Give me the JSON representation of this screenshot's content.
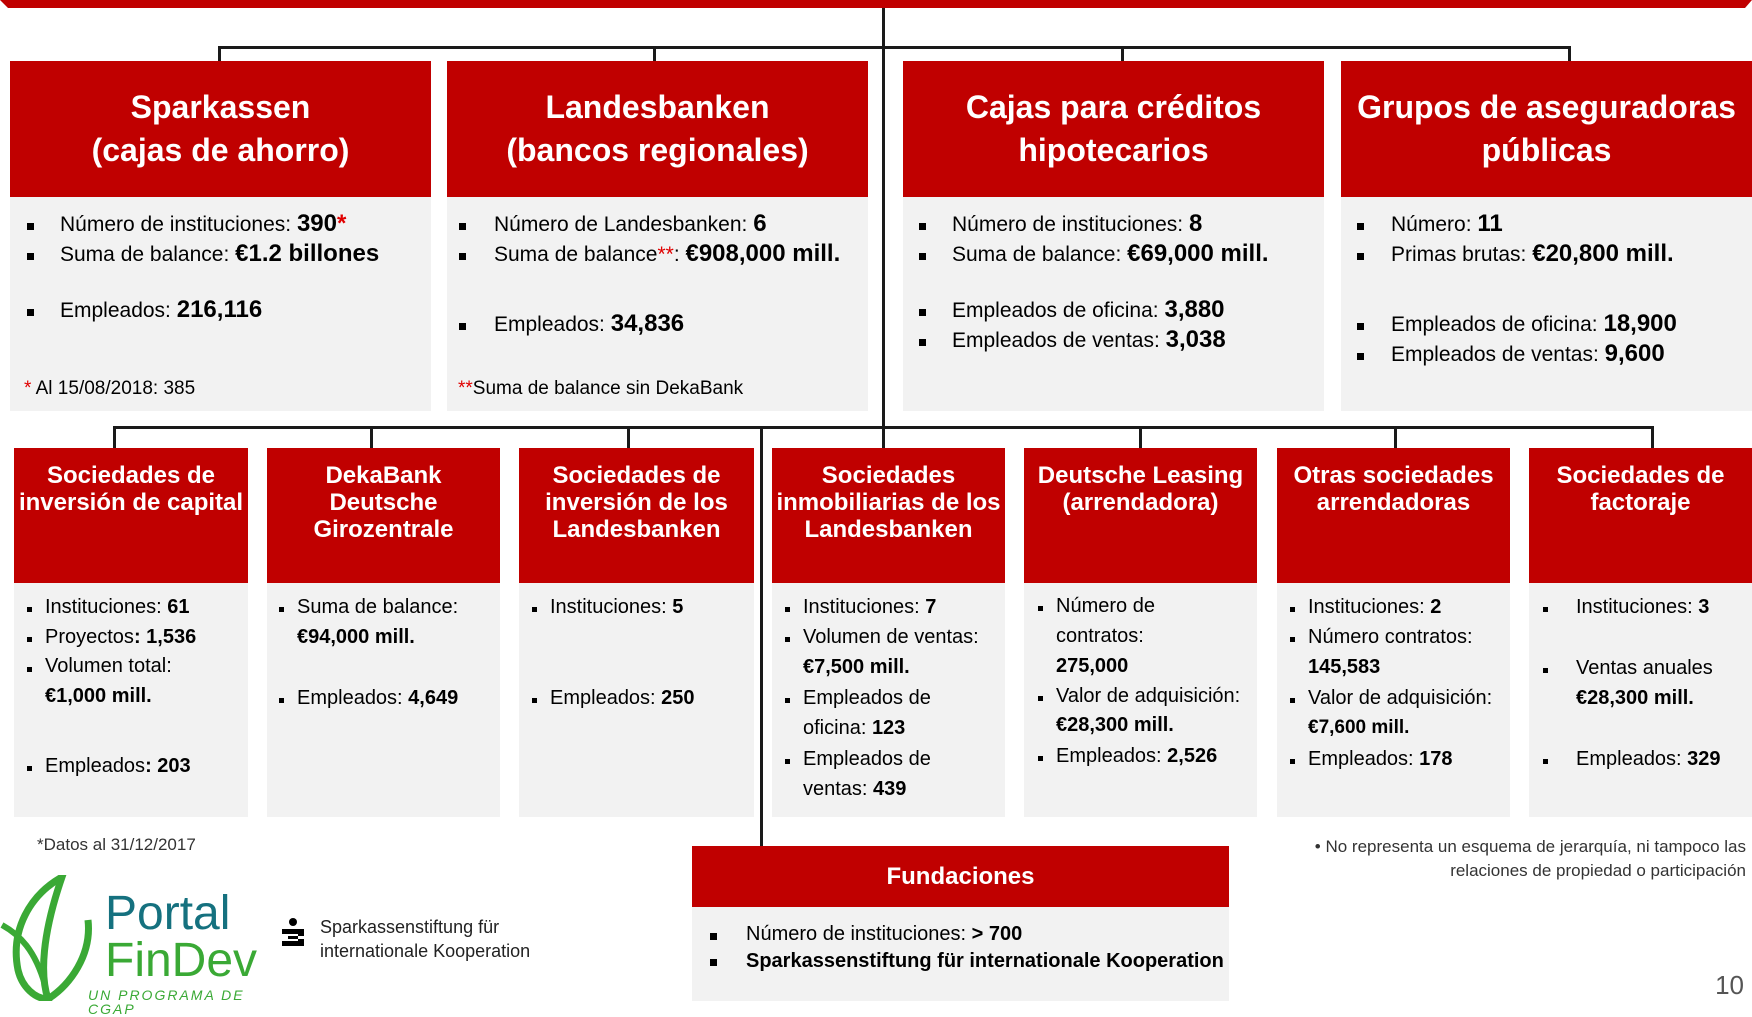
{
  "top_cards": [
    {
      "title_l1": "Sparkassen",
      "title_l2": "(cajas de ahorro)",
      "items": [
        {
          "label": "Número de instituciones: ",
          "value": "390",
          "mark": "*"
        },
        {
          "label": "Suma de balance: ",
          "value": "€1.2 billones"
        },
        {
          "label": "Empleados: ",
          "value": "216,116"
        }
      ],
      "note_mark": "*",
      "note_text": " Al 15/08/2018: 385"
    },
    {
      "title_l1": "Landesbanken",
      "title_l2": "(bancos regionales)",
      "items": [
        {
          "label": "Número de Landesbanken: ",
          "value": "6"
        },
        {
          "label": "Suma de balance",
          "mark": "**",
          "label2": ": ",
          "value": "€908,000 mill."
        },
        {
          "label": "Empleados: ",
          "value": "34,836"
        }
      ],
      "note_mark": "**",
      "note_text": "Suma de balance sin DekaBank"
    },
    {
      "title_l1": "Cajas para créditos",
      "title_l2": "hipotecarios",
      "items": [
        {
          "label": "Número de instituciones: ",
          "value": "8"
        },
        {
          "label": "Suma de balance: ",
          "value": "€69,000 mill."
        },
        {
          "label": "Empleados de oficina: ",
          "value": "3,880"
        },
        {
          "label": "Empleados de ventas: ",
          "value": "3,038"
        }
      ]
    },
    {
      "title_l1": "Grupos de aseguradoras",
      "title_l2": "públicas",
      "items": [
        {
          "label": "Número: ",
          "value": "11"
        },
        {
          "label": "Primas brutas: ",
          "value": "€20,800 mill."
        },
        {
          "label": "Empleados de oficina: ",
          "value": "18,900"
        },
        {
          "label": "Empleados de ventas: ",
          "value": "9,600"
        }
      ]
    }
  ],
  "bottom_cards": [
    {
      "title": [
        "Sociedades de",
        "inversión de capital"
      ],
      "lines": [
        [
          "Instituciones: ",
          "61"
        ],
        [
          "Proyectos",
          ": 1,536"
        ],
        [
          "Volumen total:",
          ""
        ],
        [
          "",
          "€1,000 mill."
        ],
        [
          "Empleados",
          ": 203"
        ]
      ]
    },
    {
      "title": [
        "DekaBank",
        "Deutsche",
        "Girozentrale"
      ],
      "lines": [
        [
          "Suma de balance:",
          ""
        ],
        [
          "",
          "€94,000 mill."
        ],
        [
          "Empleados: ",
          "4,649"
        ]
      ]
    },
    {
      "title": [
        "Sociedades de",
        "inversión de los",
        "Landesbanken"
      ],
      "lines": [
        [
          "Instituciones: ",
          "5"
        ],
        [
          "Empleados: ",
          "250"
        ]
      ]
    },
    {
      "title": [
        "Sociedades",
        "inmobiliarias de los",
        "Landesbanken"
      ],
      "lines": [
        [
          "Instituciones: ",
          "7"
        ],
        [
          "Volumen de ventas:",
          ""
        ],
        [
          "",
          "€7,500 mill."
        ],
        [
          "Empleados de",
          ""
        ],
        [
          "oficina: ",
          "123"
        ],
        [
          "Empleados de",
          ""
        ],
        [
          "ventas: ",
          "439"
        ]
      ]
    },
    {
      "title": [
        "Deutsche Leasing",
        "(arrendadora)"
      ],
      "lines": [
        [
          "Número de",
          ""
        ],
        [
          "contratos:",
          ""
        ],
        [
          "",
          "275,000"
        ],
        [
          "Valor de adquisición:",
          ""
        ],
        [
          "",
          "€28,300 mill."
        ],
        [
          "Empleados: ",
          "2,526"
        ]
      ]
    },
    {
      "title": [
        "Otras sociedades",
        "arrendadoras"
      ],
      "lines": [
        [
          "Instituciones: ",
          "2"
        ],
        [
          "Número contratos:",
          ""
        ],
        [
          "",
          "145,583"
        ],
        [
          "Valor de adquisición:",
          ""
        ],
        [
          "",
          "€7,600 mill."
        ],
        [
          "Empleados: ",
          "178"
        ]
      ]
    },
    {
      "title": [
        "Sociedades de",
        "factoraje"
      ],
      "lines": [
        [
          "Instituciones: ",
          "3"
        ],
        [
          "Ventas anuales",
          ""
        ],
        [
          "",
          "€28,300 mill."
        ],
        [
          "Empleados: ",
          "329"
        ]
      ]
    }
  ],
  "fundaciones": {
    "title": "Fundaciones",
    "item1_label": "Número de instituciones: ",
    "item1_value": "> 700",
    "item2": "Sparkassenstiftung für internationale Kooperation"
  },
  "footnote_left": "*Datos al 31/12/2017",
  "footnote_right_l1": "• No representa un esquema de jerarquía, ni tampoco las",
  "footnote_right_l2": "relaciones de propiedad o participación",
  "logo_portal": {
    "l1": "Portal",
    "l2": "FinDev",
    "tag": "UN PROGRAMA DE CGAP"
  },
  "logo_sparkasse": {
    "l1": "Sparkassenstiftung für",
    "l2": "internationale Kooperation"
  },
  "page_number": "10",
  "colors": {
    "header_red": "#c00000",
    "body_gray": "#f2f2f2",
    "logo_green": "#3aa935",
    "logo_teal": "#15717f"
  }
}
